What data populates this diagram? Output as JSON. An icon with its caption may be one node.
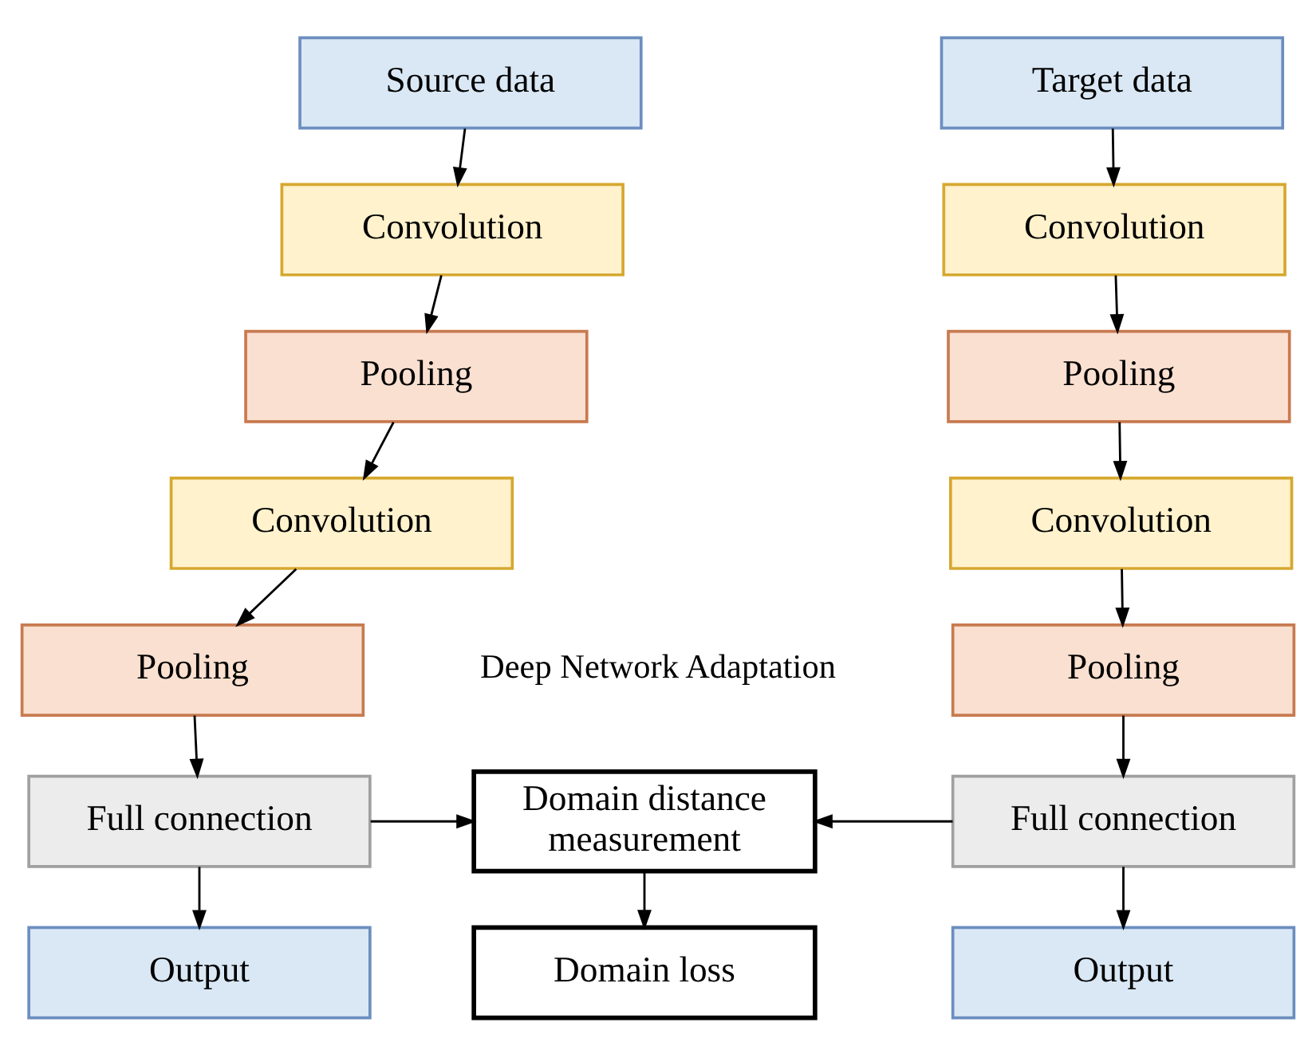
{
  "diagram": {
    "nodes": [
      {
        "text": [
          "Source data"
        ]
      },
      {
        "text": [
          "Convolution"
        ]
      },
      {
        "text": [
          "Pooling"
        ]
      },
      {
        "text": [
          "Convolution"
        ]
      },
      {
        "text": [
          "Pooling"
        ]
      },
      {
        "text": [
          "Full connection"
        ]
      },
      {
        "text": [
          "Output"
        ]
      },
      {
        "text": [
          "Target data"
        ]
      },
      {
        "text": [
          "Convolution"
        ]
      },
      {
        "text": [
          "Pooling"
        ]
      },
      {
        "text": [
          "Convolution"
        ]
      },
      {
        "text": [
          "Pooling"
        ]
      },
      {
        "text": [
          "Full connection"
        ]
      },
      {
        "text": [
          "Output"
        ]
      },
      {
        "text": [
          "Domain distance measurement"
        ]
      },
      {
        "text": [
          "Domain loss"
        ]
      }
    ],
    "edges": [
      {
        "from": 0,
        "to": 1,
        "arrow": "to"
      },
      {
        "from": 1,
        "to": 2,
        "arrow": "to"
      },
      {
        "from": 2,
        "to": 3,
        "arrow": "to"
      },
      {
        "from": 3,
        "to": 4,
        "arrow": "to"
      },
      {
        "from": 4,
        "to": 5,
        "arrow": "to"
      },
      {
        "from": 5,
        "to": 6,
        "arrow": "to"
      },
      {
        "from": 7,
        "to": 8,
        "arrow": "to"
      },
      {
        "from": 8,
        "to": 9,
        "arrow": "to"
      },
      {
        "from": 9,
        "to": 10,
        "arrow": "to"
      },
      {
        "from": 10,
        "to": 11,
        "arrow": "to"
      },
      {
        "from": 11,
        "to": 12,
        "arrow": "to"
      },
      {
        "from": 12,
        "to": 13,
        "arrow": "to"
      },
      {
        "from": 5,
        "to": 14,
        "arrow": "to"
      },
      {
        "from": 12,
        "to": 14,
        "arrow": "to"
      },
      {
        "from": 14,
        "to": 15,
        "arrow": "to"
      }
    ],
    "labels": [
      "Deep Network Adaptation"
    ]
  }
}
